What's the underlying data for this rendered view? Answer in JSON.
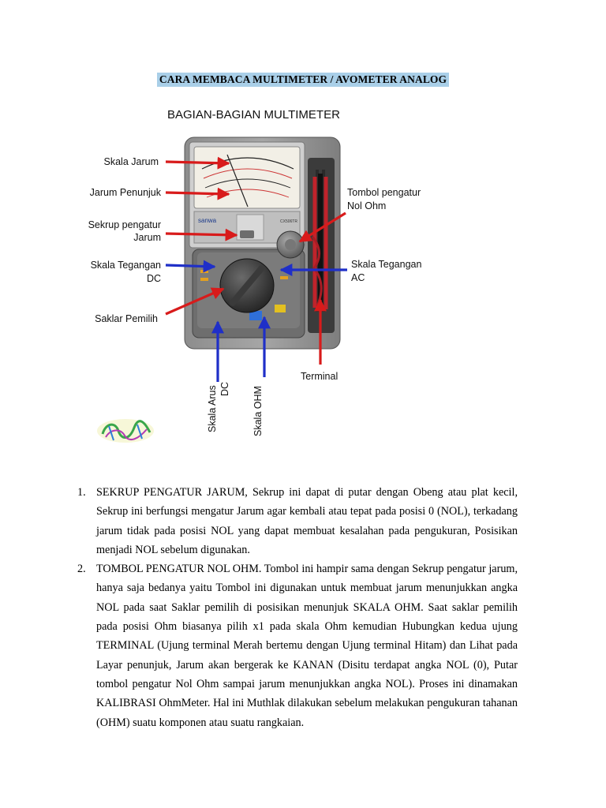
{
  "document": {
    "title": "CARA MEMBACA MULTIMETER / AVOMETER ANALOG"
  },
  "figure": {
    "title": "BAGIAN-BAGIAN MULTIMETER",
    "brand": "sanwa",
    "meter_model": "CX506TR",
    "labels": {
      "skala_jarum": "Skala Jarum",
      "jarum_penunjuk": "Jarum Penunjuk",
      "sekrup_line1": "Sekrup pengatur",
      "sekrup_line2": "Jarum",
      "skala_dc_line1": "Skala Tegangan",
      "skala_dc_line2": "DC",
      "saklar": "Saklar Pemilih",
      "tombol_line1": "Tombol pengatur",
      "tombol_line2": "Nol Ohm",
      "skala_ac_line1": "Skala Tegangan",
      "skala_ac_line2": "AC",
      "terminal": "Terminal",
      "arus_line1": "Skala Arus",
      "arus_line2": "DC",
      "ohm": "Skala OHM"
    },
    "colors": {
      "red_arrow": "#d81b1b",
      "blue_arrow": "#1f2fc8",
      "title_highlight": "#a9cfe8"
    }
  },
  "items": [
    {
      "num": "1.",
      "text": "SEKRUP PENGATUR JARUM, Sekrup ini dapat di putar dengan Obeng atau plat kecil, Sekrup ini berfungsi mengatur Jarum agar kembali atau tepat pada posisi 0 (NOL), terkadang jarum tidak pada posisi NOL yang dapat membuat kesalahan pada pengukuran, Posisikan menjadi NOL sebelum digunakan."
    },
    {
      "num": "2.",
      "text": "TOMBOL PENGATUR NOL OHM. Tombol ini hampir sama dengan Sekrup pengatur jarum, hanya saja bedanya yaitu Tombol ini digunakan untuk membuat jarum menunjukkan angka NOL pada saat Saklar pemilih di posisikan menunjuk SKALA OHM. Saat saklar pemilih pada posisi Ohm biasanya pilih x1 pada skala Ohm kemudian Hubungkan kedua ujung TERMINAL (Ujung terminal Merah bertemu dengan Ujung terminal Hitam) dan Lihat pada Layar penunjuk, Jarum akan bergerak ke KANAN (Disitu terdapat angka NOL (0), Putar tombol pengatur Nol Ohm sampai jarum menunjukkan angka NOL). Proses ini dinamakan KALIBRASI OhmMeter. Hal ini Muthlak dilakukan sebelum melakukan pengukuran tahanan (OHM) suatu komponen atau suatu rangkaian."
    }
  ]
}
